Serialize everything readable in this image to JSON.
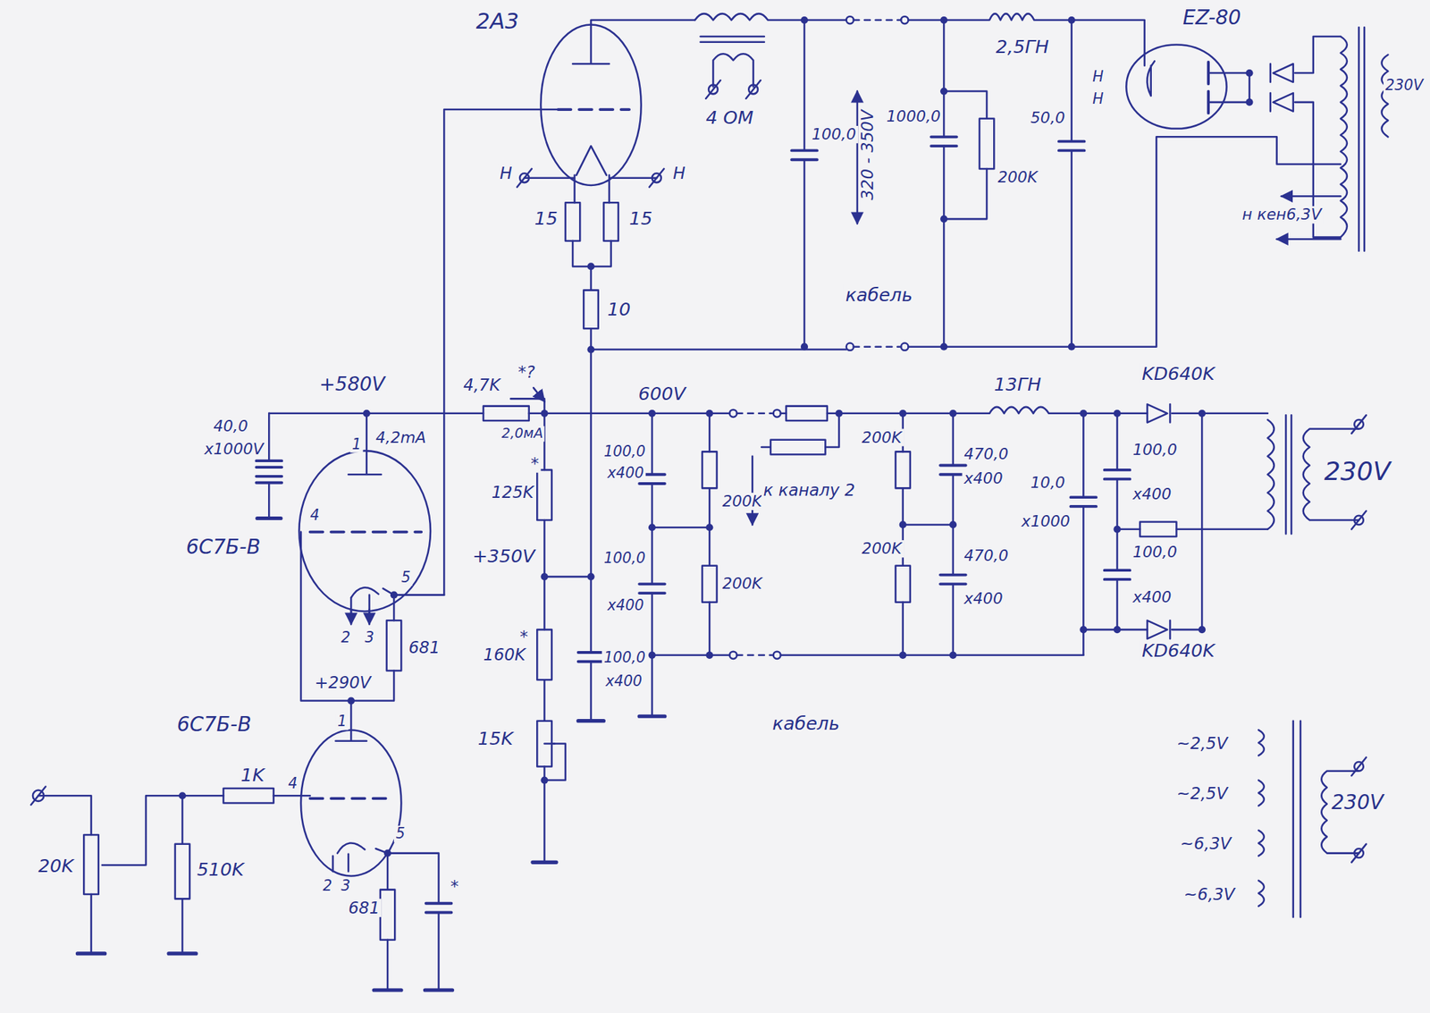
{
  "diagram": {
    "labels": [
      "2A3",
      "4 ОМ",
      "100,0",
      "320 - 350V",
      "1000,0",
      "200K",
      "2,5ГН",
      "50,0",
      "EZ-80",
      "Н",
      "Н",
      "230V",
      "н кен6,3V",
      "Н",
      "Н",
      "15",
      "15",
      "10",
      "кабель",
      "+580V",
      "4,2mA",
      "40,0",
      "x1000V",
      "4,7K",
      "*?",
      "2,0мА",
      "600V",
      "*",
      "125K",
      "+350V",
      "*",
      "160K",
      "15K",
      "100,0",
      "x400",
      "100,0",
      "x400",
      "100,0",
      "x400",
      "200K",
      "200K",
      "к каналу 2",
      "кабель",
      "200K",
      "200K",
      "470,0",
      "x400",
      "470,0",
      "x400",
      "13ГН",
      "KD640K",
      "10,0",
      "x1000",
      "100,0",
      "x400",
      "100,0",
      "x400",
      "KD640K",
      "230V",
      "6С7Б-В",
      "1",
      "4",
      "2",
      "3",
      "5",
      "681",
      "+290V",
      "6С7Б-В",
      "1",
      "4",
      "2",
      "3",
      "5",
      "1K",
      "20K",
      "510K",
      "681",
      "*",
      "~2,5V",
      "~2,5V",
      "~6,3V",
      "~6,3V",
      "230V"
    ]
  }
}
